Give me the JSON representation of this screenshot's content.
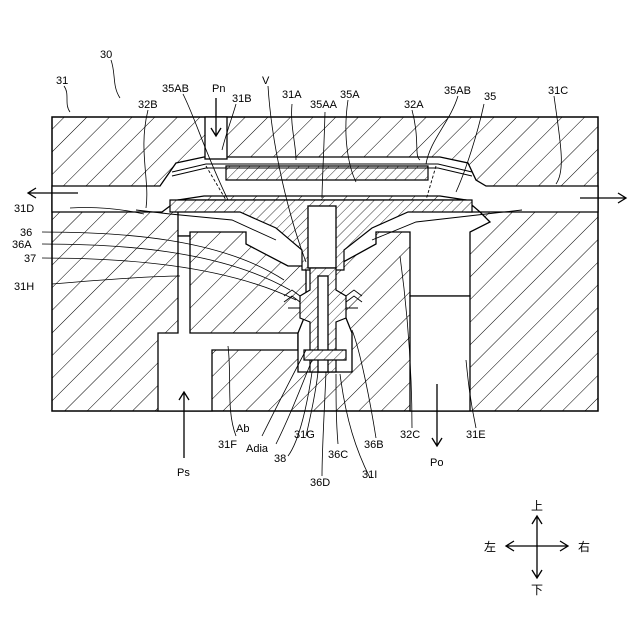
{
  "labels": {
    "l30": "30",
    "l31": "31",
    "l31A": "31A",
    "l31B": "31B",
    "l31C": "31C",
    "l31D": "31D",
    "l31E": "31E",
    "l31F": "31F",
    "l31G": "31G",
    "l31H": "31H",
    "l31I": "31I",
    "l32A": "32A",
    "l32B": "32B",
    "l32C": "32C",
    "l35": "35",
    "l35A": "35A",
    "l35AA": "35AA",
    "l35AB_left": "35AB",
    "l35AB_right": "35AB",
    "l36": "36",
    "l36A": "36A",
    "l36B": "36B",
    "l36C": "36C",
    "l36D": "36D",
    "l37": "37",
    "l38": "38",
    "lV": "V",
    "lAb": "Ab",
    "lAdia": "Adia",
    "lPn": "Pn",
    "lPs": "Ps",
    "lPo": "Po"
  },
  "compass": {
    "up": "上",
    "down": "下",
    "left": "左",
    "right": "右"
  }
}
